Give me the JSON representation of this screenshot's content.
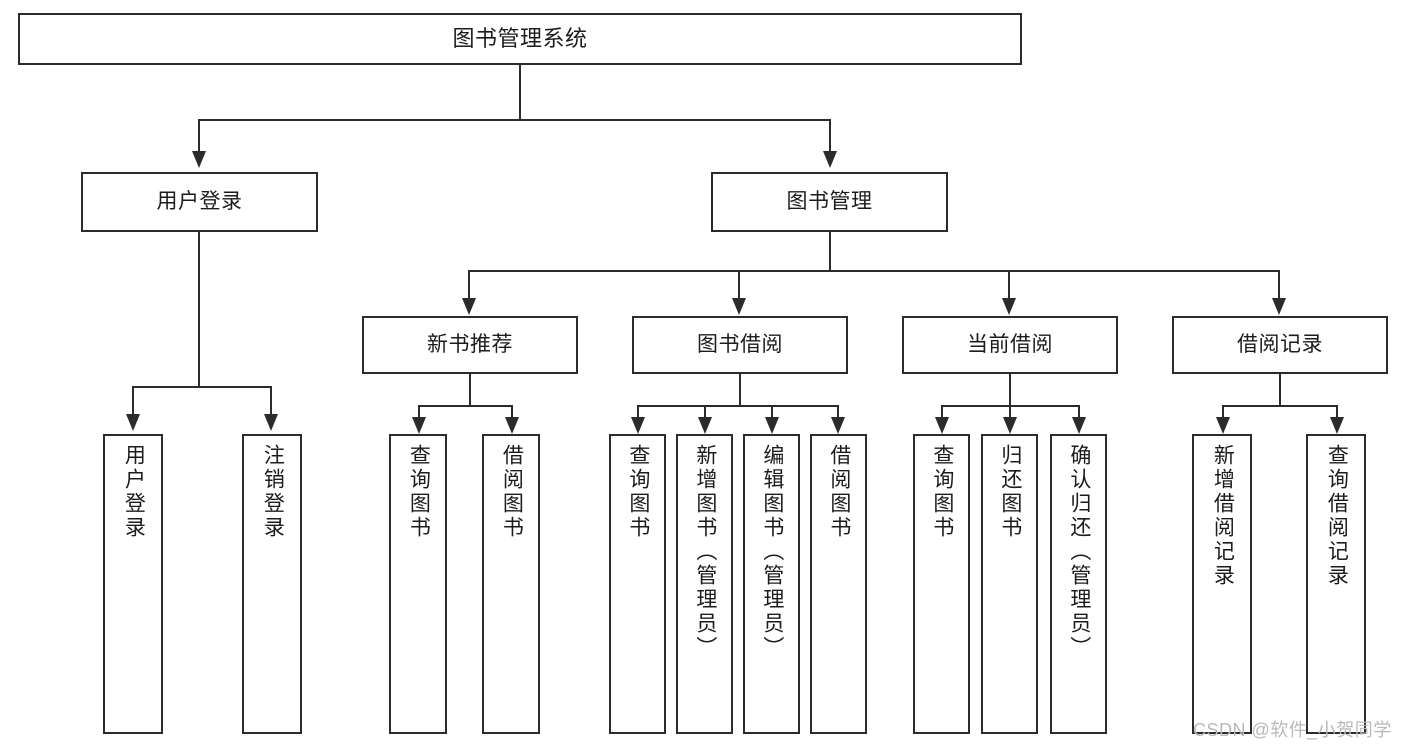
{
  "diagram": {
    "title": "图书管理系统",
    "root": {
      "label": "图书管理系统"
    },
    "level2": [
      {
        "label": "用户登录"
      },
      {
        "label": "图书管理"
      }
    ],
    "level3": [
      {
        "label": "新书推荐"
      },
      {
        "label": "图书借阅"
      },
      {
        "label": "当前借阅"
      },
      {
        "label": "借阅记录"
      }
    ],
    "leaves": [
      {
        "label": "用户登录"
      },
      {
        "label": "注销登录"
      },
      {
        "label": "查询图书"
      },
      {
        "label": "借阅图书"
      },
      {
        "label": "查询图书"
      },
      {
        "label": "新增图书（管理员）"
      },
      {
        "label": "编辑图书（管理员）"
      },
      {
        "label": "借阅图书"
      },
      {
        "label": "查询图书"
      },
      {
        "label": "归还图书"
      },
      {
        "label": "确认归还（管理员）"
      },
      {
        "label": "新增借阅记录"
      },
      {
        "label": "查询借阅记录"
      }
    ]
  },
  "watermark": {
    "text": "CSDN @软件_小贺同学"
  },
  "colors": {
    "stroke": "#2b2b2b",
    "fill": "#ffffff",
    "text": "#1c1c1c",
    "watermark": "#b9b9b9"
  }
}
